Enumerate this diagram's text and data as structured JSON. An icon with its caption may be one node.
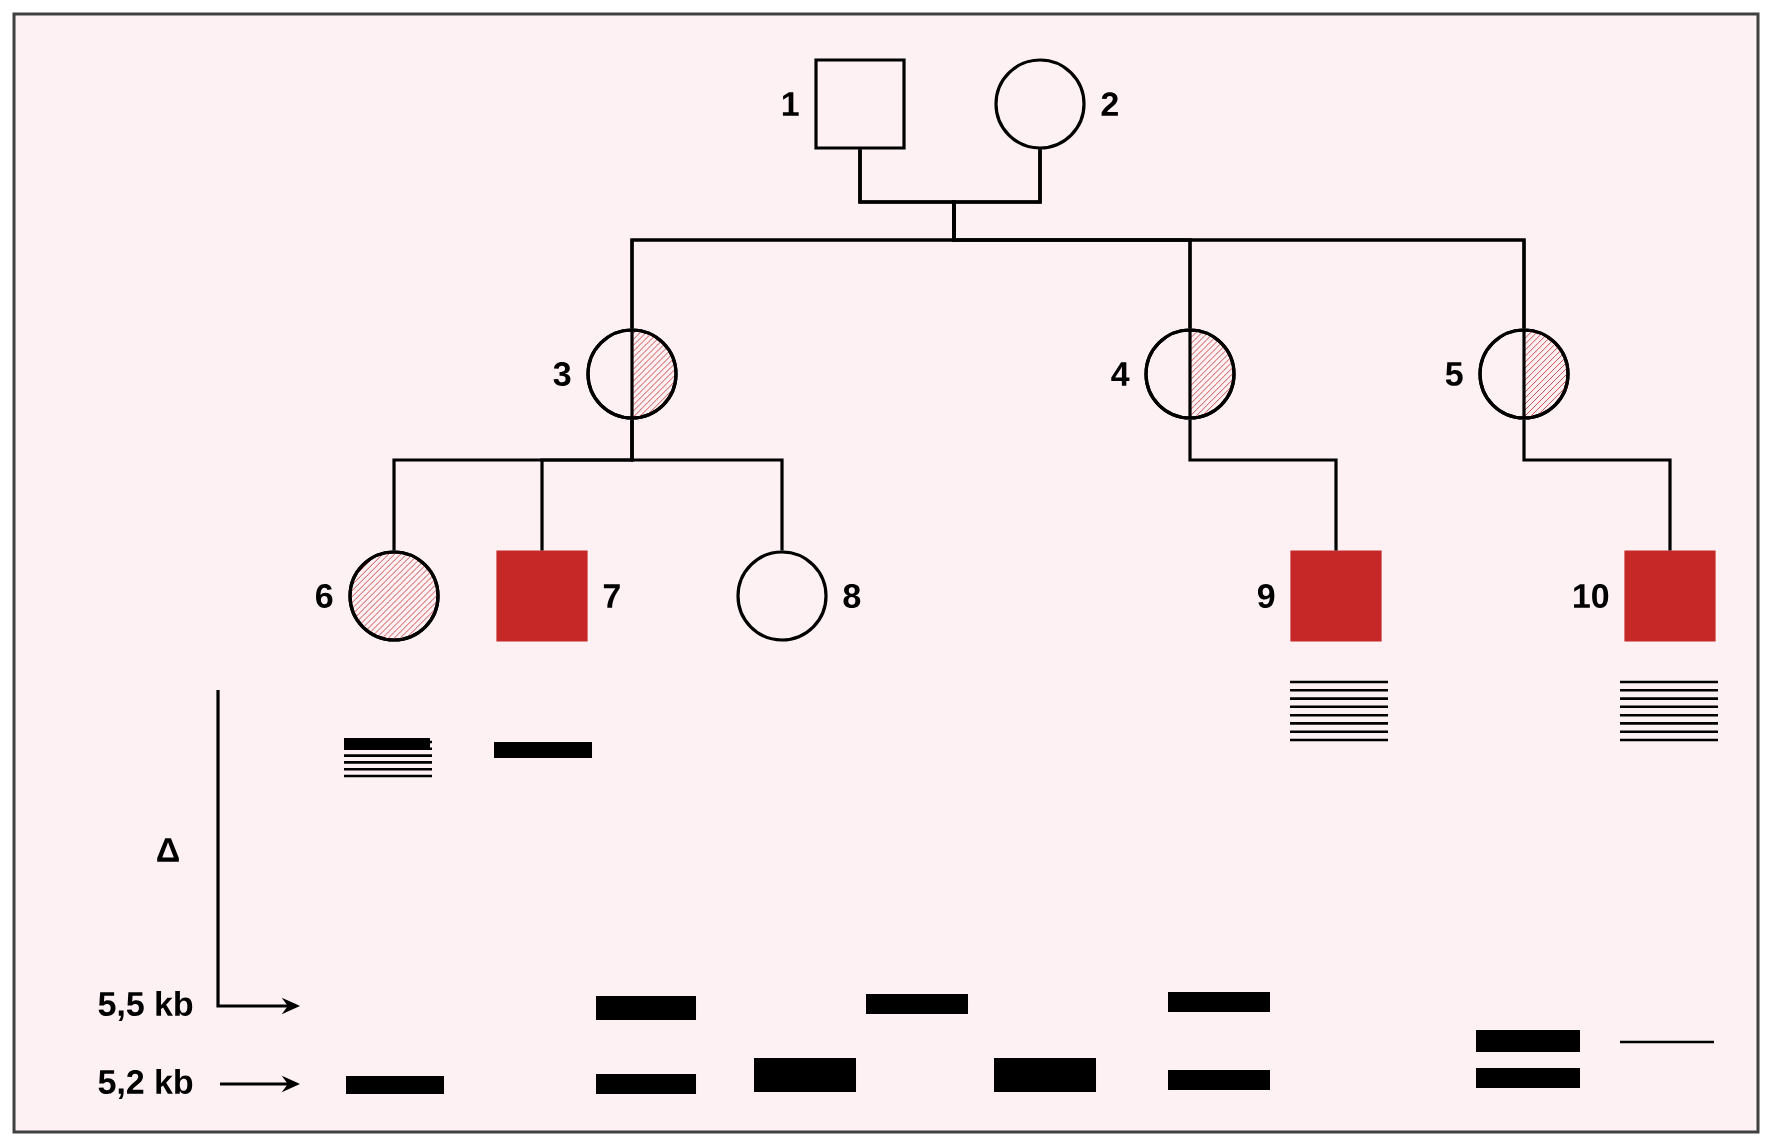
{
  "diagram": {
    "nodes": [
      {
        "text": [],
        "shape": "box",
        "beside": [
          "1"
        ]
      },
      {
        "text": [],
        "shape": "circle",
        "beside": [
          "2"
        ]
      },
      {
        "text": [],
        "shape": "circle",
        "beside": [
          "3"
        ]
      },
      {
        "text": [],
        "shape": "circle",
        "beside": [
          "4"
        ]
      },
      {
        "text": [],
        "shape": "circle",
        "beside": [
          "5"
        ]
      },
      {
        "text": [],
        "shape": "circle",
        "beside": [
          "6"
        ]
      },
      {
        "text": [],
        "shape": "box",
        "beside": [
          "7"
        ]
      },
      {
        "text": [],
        "shape": "circle",
        "beside": [
          "8"
        ]
      },
      {
        "text": [],
        "shape": "box",
        "beside": [
          "9"
        ]
      },
      {
        "text": [],
        "shape": "box",
        "beside": [
          "10"
        ]
      }
    ],
    "edges": [
      {
        "from": 0,
        "to": 2,
        "arrow": "none"
      },
      {
        "from": 0,
        "to": 3,
        "arrow": "none"
      },
      {
        "from": 0,
        "to": 4,
        "arrow": "none"
      },
      {
        "from": 1,
        "to": 2,
        "arrow": "none"
      },
      {
        "from": 1,
        "to": 3,
        "arrow": "none"
      },
      {
        "from": 1,
        "to": 4,
        "arrow": "none"
      },
      {
        "from": 2,
        "to": 5,
        "arrow": "none"
      },
      {
        "from": 2,
        "to": 6,
        "arrow": "none"
      },
      {
        "from": 2,
        "to": 7,
        "arrow": "none"
      },
      {
        "from": 3,
        "to": 8,
        "arrow": "none"
      },
      {
        "from": 4,
        "to": 9,
        "arrow": "none"
      }
    ],
    "labels": [
      "Δ",
      "5,5 kb",
      "5,2 kb"
    ]
  }
}
